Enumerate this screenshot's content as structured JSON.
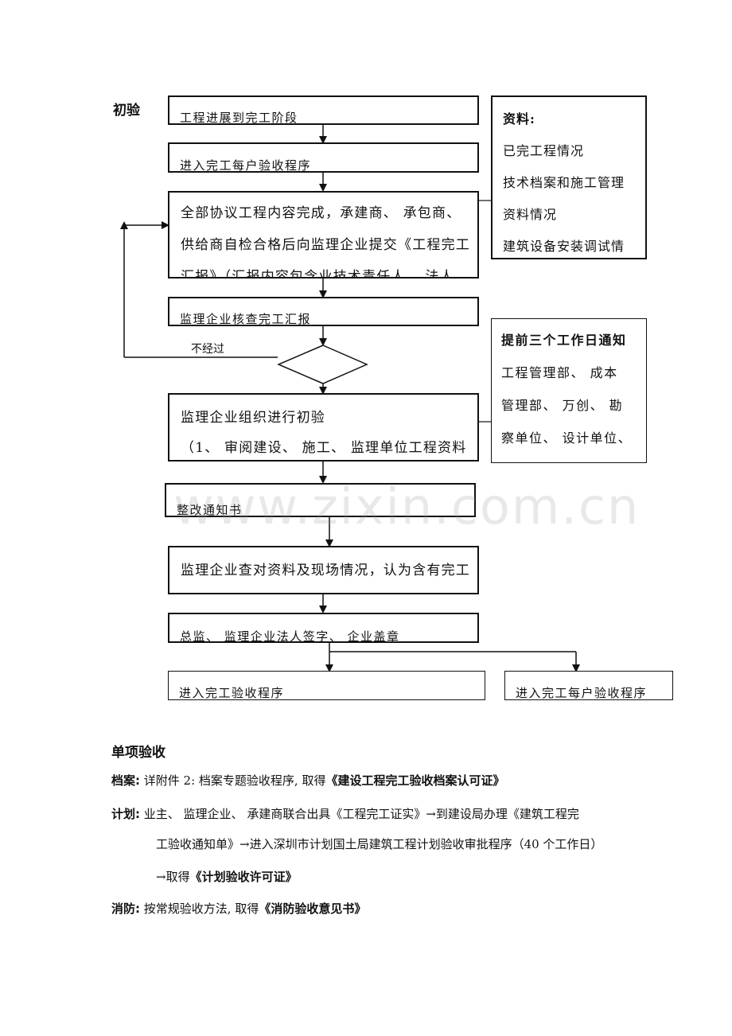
{
  "flow": {
    "section_label": "初验",
    "step1": "工程进展到完工阶段",
    "step2": "进入完工每户验收程序",
    "step3_line1": "全部协议工程内容完成，承建商、 承包商、",
    "step3_line2": "供给商自检合格后向监理企业提交《工程完工",
    "step3_line3": "汇报》（汇报内容包含业技术责任人、 法人",
    "step4": "监理企业核查完工汇报",
    "reject_label": "不经过",
    "step5_line1": "监理企业组织进行初验",
    "step5_line2": "（1、 审阅建设、 施工、 监理单位工程资料",
    "step6": "整改通知书",
    "step7": "监理企业查对资料及现场情况，认为含有完工",
    "step8": "总监、 监理企业法人签字、 企业盖章",
    "end_left": "进入完工验收程序",
    "end_right": "进入完工每户验收程序"
  },
  "side1": {
    "title": "资料:",
    "lines": [
      "已完工程情况",
      "技术档案和施工管理",
      "资料情况",
      "建筑设备安装调试情"
    ]
  },
  "side2": {
    "title": "提前三个工作日通知",
    "lines": [
      "工程管理部、 成本",
      "管理部、 万创、 勘",
      "察单位、 设计单位、"
    ]
  },
  "single": {
    "heading": "单项验收",
    "archive_label": "档案:",
    "archive_text": "详附件 2: 档案专题验收程序, 取得",
    "archive_bold": "《建设工程完工验收档案认可证》",
    "plan_label": "计划:",
    "plan_text1": "业主、 监理企业、 承建商联合出具《工程完工证实》→到建设局办理《建筑工程完",
    "plan_text2": "工验收通知单》→进入深圳市计划国土局建筑工程计划验收审批程序（40 个工作日）",
    "plan_arrow": "→取得",
    "plan_bold": "《计划验收许可证》",
    "fire_label": "消防:",
    "fire_text": "按常规验收方法, 取得",
    "fire_bold": "《消防验收意见书》"
  },
  "watermark": "www.zixin.com.cn"
}
